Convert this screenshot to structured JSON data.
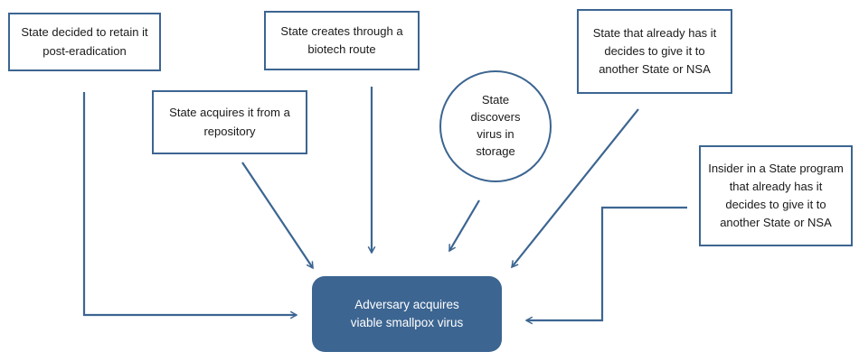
{
  "diagram": {
    "sources": [
      {
        "id": "retain",
        "text": "State decided to retain it post-eradication"
      },
      {
        "id": "biotech",
        "text": "State creates through a biotech route"
      },
      {
        "id": "repository",
        "text": "State acquires it from a repository"
      },
      {
        "id": "storage",
        "text": "State discovers virus in storage"
      },
      {
        "id": "state-give",
        "text": "State that already has it decides to give it to another State or NSA"
      },
      {
        "id": "insider",
        "text": "Insider in a State program that already has it decides to give it to another State or NSA"
      }
    ],
    "target": {
      "text": "Adversary acquires viable smallpox virus"
    },
    "colors": {
      "accent": "#3c6591",
      "target_fill": "#3c6591",
      "target_text": "#ffffff"
    }
  }
}
